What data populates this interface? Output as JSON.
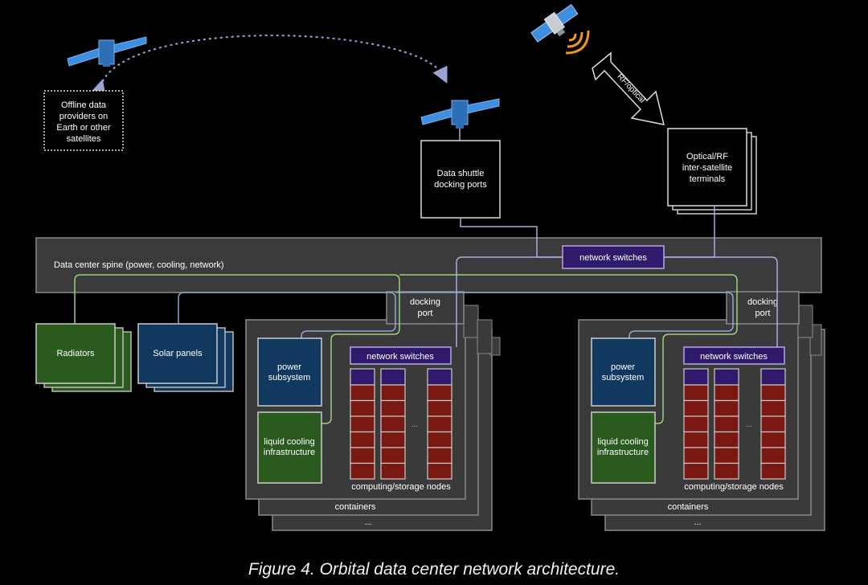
{
  "offline_providers": {
    "lines": [
      "Offline data",
      "providers on",
      "Earth or other",
      "satellites"
    ]
  },
  "shuttle_box": {
    "lines": [
      "Data shuttle",
      "docking ports"
    ]
  },
  "terminals_box": {
    "lines": [
      "Optical/RF",
      "inter-satellite",
      "terminals"
    ]
  },
  "link_label": "RF/optical",
  "spine": {
    "label": "Data center spine (power, cooling, network)",
    "switch_label": "network switches"
  },
  "radiators": {
    "label": "Radiators"
  },
  "solar_panels": {
    "label": "Solar panels"
  },
  "modules": [
    {
      "docking_lines": [
        "docking",
        "port"
      ],
      "power_lines": [
        "power",
        "subsystem"
      ],
      "cooling_lines": [
        "liquid cooling",
        "infrastructure"
      ],
      "switch_label": "network switches",
      "nodes_label": "computing/storage nodes",
      "containers_label": "containers",
      "more_label": "...",
      "rack_gap_label": "..."
    },
    {
      "docking_lines": [
        "docking",
        "port"
      ],
      "power_lines": [
        "power",
        "subsystem"
      ],
      "cooling_lines": [
        "liquid cooling",
        "infrastructure"
      ],
      "switch_label": "network switches",
      "nodes_label": "computing/storage nodes",
      "containers_label": "containers",
      "more_label": "...",
      "rack_gap_label": "..."
    }
  ],
  "caption": "Figure 4. Orbital data center network architecture.",
  "colors": {
    "background": "#000000",
    "spine": "#3b3b3b",
    "radiator": "#2a5a1e",
    "solar": "#11395f",
    "network": "#2f1a6c",
    "rack": "#7a1812",
    "power_line": "#8fa8d8",
    "cooling_line": "#9fd07a",
    "network_line": "#b6a6de",
    "satellite_panel": "#3f8ee0"
  }
}
